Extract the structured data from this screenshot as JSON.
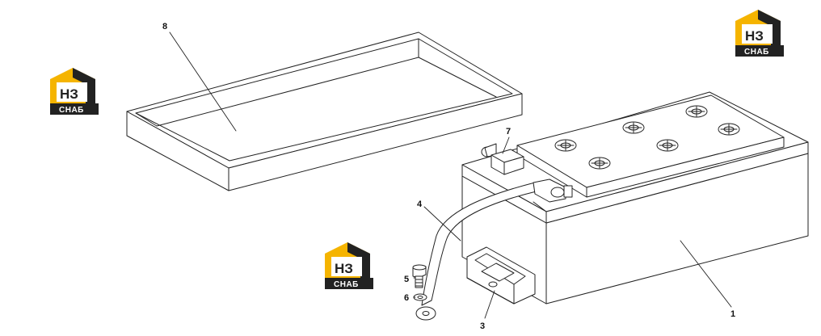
{
  "logo": {
    "letters": "НЗ",
    "caption": "СНАБ",
    "accent_color": "#f5b400",
    "dark_color": "#222222"
  },
  "callouts": [
    {
      "id": "1",
      "text": "1"
    },
    {
      "id": "3",
      "text": "3"
    },
    {
      "id": "4",
      "text": "4"
    },
    {
      "id": "5",
      "text": "5"
    },
    {
      "id": "6",
      "text": "6"
    },
    {
      "id": "7",
      "text": "7"
    },
    {
      "id": "8",
      "text": "8"
    }
  ]
}
